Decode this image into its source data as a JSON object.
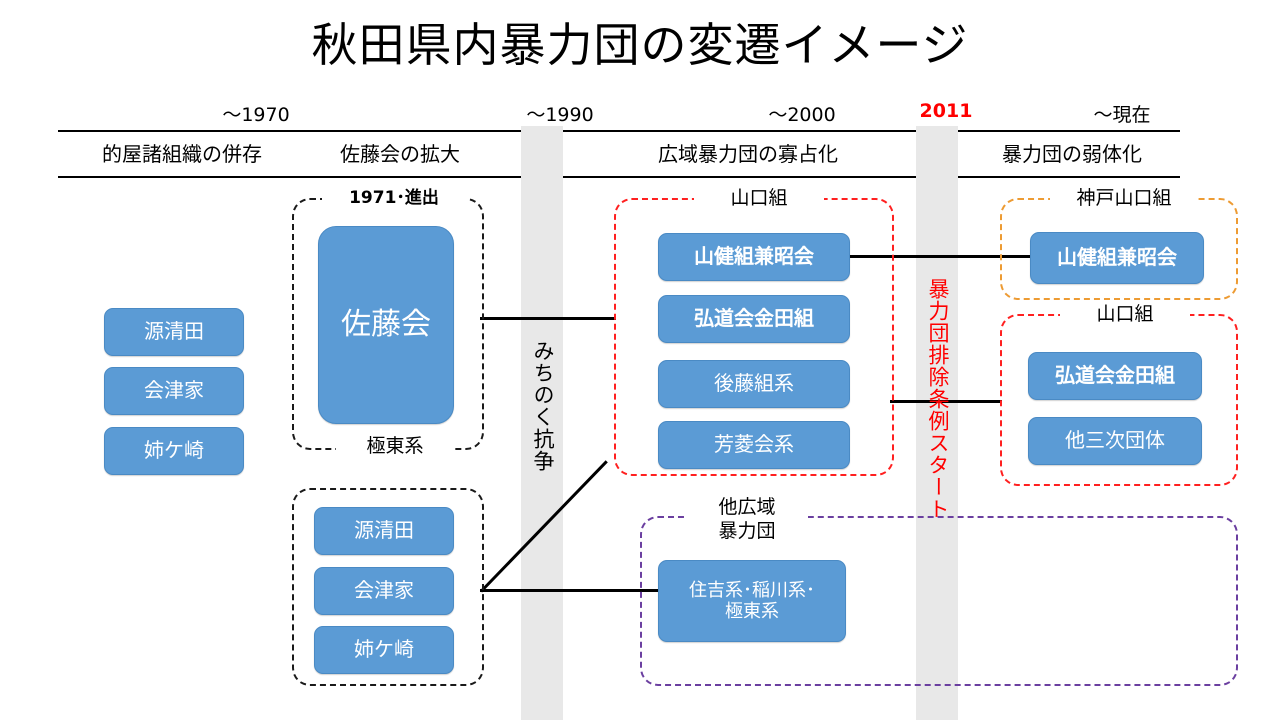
{
  "title": "秋田県内暴力団の変遷イメージ",
  "timeline": {
    "years": [
      {
        "label": "～1970"
      },
      {
        "label": "～1990"
      },
      {
        "label": "～2000"
      },
      {
        "label": "2011",
        "color": "#ff0000"
      },
      {
        "label": "～現在"
      }
    ],
    "eras": [
      {
        "label": "的屋諸組織の併存"
      },
      {
        "label": "佐藤会の拡大"
      },
      {
        "label": "広域暴力団の寡占化"
      },
      {
        "label": "暴力団の弱体化"
      }
    ]
  },
  "bands": [
    {
      "label": "みちのく抗争",
      "color": "#000000"
    },
    {
      "label": "暴力団排除条例スタート",
      "color": "#ff0000"
    }
  ],
  "col1": {
    "boxes": [
      {
        "label": "源清田"
      },
      {
        "label": "会津家"
      },
      {
        "label": "姉ケ崎"
      }
    ]
  },
  "col2_top": {
    "frame_color": "#1a1a1a",
    "header": "1971･進出",
    "footer": "極東系",
    "boxes": [
      {
        "label": "佐藤会"
      }
    ]
  },
  "col2_bottom": {
    "frame_color": "#1a1a1a",
    "boxes": [
      {
        "label": "源清田"
      },
      {
        "label": "会津家"
      },
      {
        "label": "姉ケ崎"
      }
    ]
  },
  "col3_top": {
    "frame_color": "#ff2020",
    "header": "山口組",
    "boxes": [
      {
        "label": "山健組兼昭会",
        "bold": true
      },
      {
        "label": "弘道会金田組",
        "bold": true
      },
      {
        "label": "後藤組系",
        "bold": false
      },
      {
        "label": "芳菱会系",
        "bold": false
      }
    ]
  },
  "col3_bottom": {
    "frame_color": "#6b3fa0",
    "header_line1": "他広域",
    "header_line2": "暴力団",
    "boxes": [
      {
        "label_line1": "住吉系･稲川系･",
        "label_line2": "極東系"
      }
    ]
  },
  "col4_top": {
    "frame_color": "#ed9b33",
    "header": "神戸山口組",
    "boxes": [
      {
        "label": "山健組兼昭会",
        "bold": true
      }
    ]
  },
  "col4_mid": {
    "frame_color": "#ff2020",
    "header": "山口組",
    "boxes": [
      {
        "label": "弘道会金田組",
        "bold": true
      },
      {
        "label": "他三次団体",
        "bold": false
      }
    ]
  },
  "palette": {
    "box_fill": "#5b9bd5",
    "band_fill": "#e8e8e8",
    "accent_red": "#ff0000",
    "accent_orange": "#ed9b33",
    "accent_purple": "#6b3fa0"
  }
}
